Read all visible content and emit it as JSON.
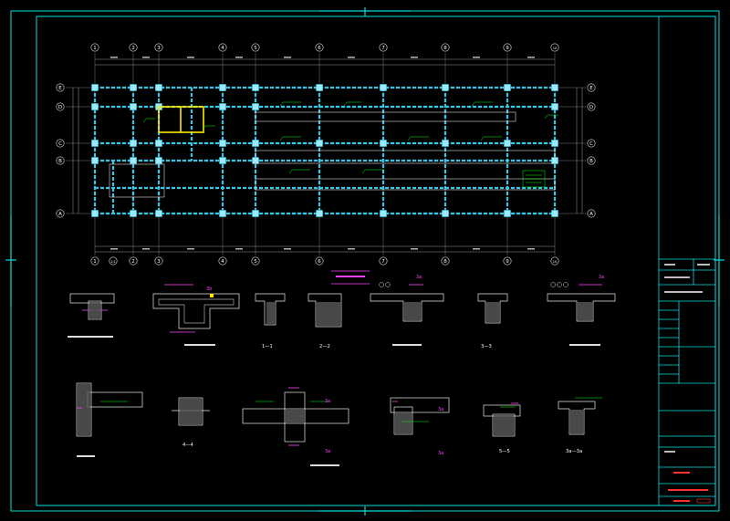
{
  "axes_x_top": [
    "1",
    "2",
    "3",
    "4",
    "5",
    "6",
    "7",
    "8",
    "9",
    "10"
  ],
  "axes_x_bottom": [
    "1",
    "1/1",
    "2",
    "3",
    "4",
    "5",
    "6",
    "7",
    "8",
    "9",
    "10"
  ],
  "axes_y": [
    "E",
    "D",
    "C",
    "B",
    "A"
  ],
  "sections": [
    {
      "caption": "1—1"
    },
    {
      "caption": "2—2"
    },
    {
      "caption": "3—3"
    },
    {
      "caption": "4—4"
    },
    {
      "caption": "5—5"
    },
    {
      "caption": "3a—3a"
    }
  ],
  "callout_marks": [
    "3a",
    "3a",
    "3a",
    "3a",
    "3a",
    "3a",
    "3b"
  ],
  "colors": {
    "background": "#000000",
    "frame": "#00e0e0",
    "grid_line": "#cfcfcf",
    "beam": "#36c6e6",
    "column": "#00d0d0",
    "highlight": "#ffe800",
    "annotation": "#00ff00",
    "section_tag": "#ff40ff",
    "title_text": "#ff3030"
  },
  "icons": [
    "axis-bubble-icon"
  ]
}
